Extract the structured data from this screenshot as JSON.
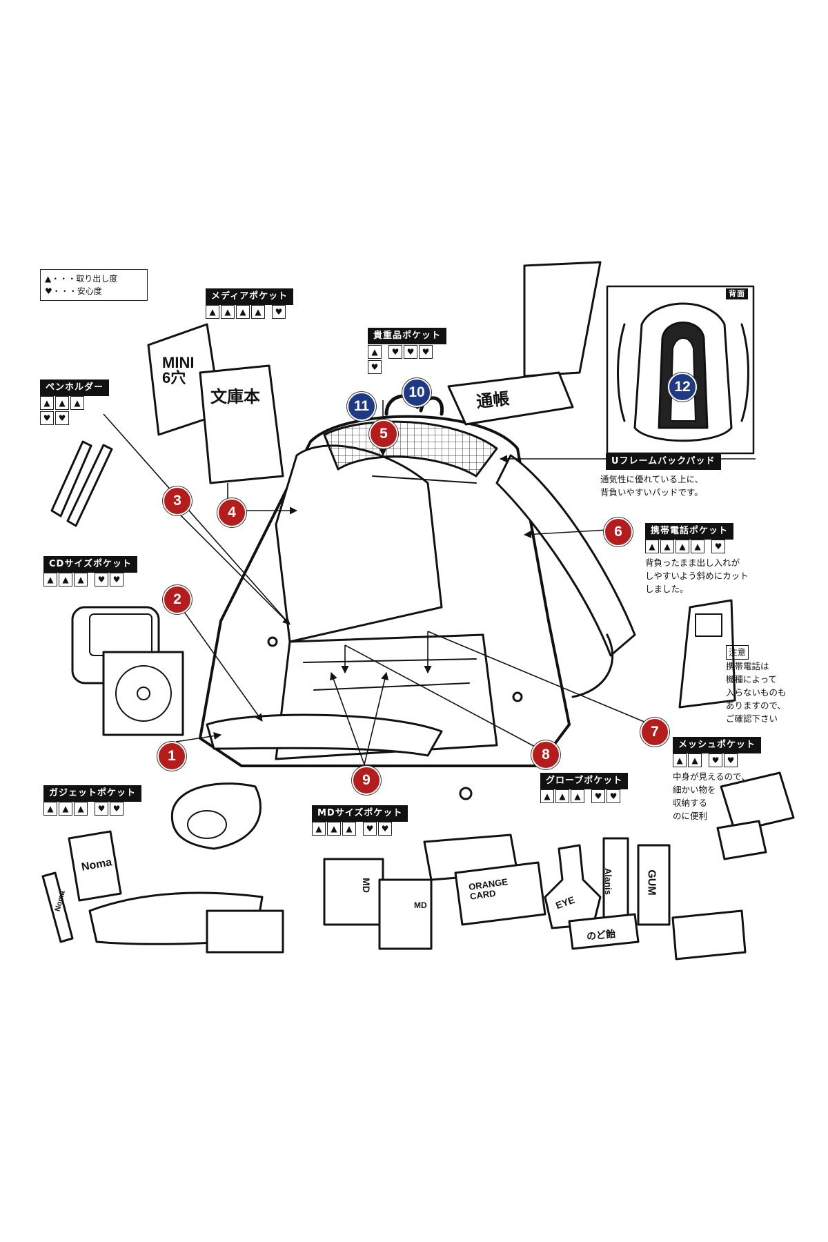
{
  "legend": {
    "rows": [
      {
        "icon": "ease-icon",
        "glyph": "▲",
        "text": "・・・取り出し度"
      },
      {
        "icon": "security-icon",
        "glyph": "♥",
        "text": "・・・安心度"
      }
    ]
  },
  "colors": {
    "badge_red": "#b51c1c",
    "badge_blue": "#1f3a84",
    "label_bg": "#111111"
  },
  "pockets": [
    {
      "number": "1",
      "name": "ガジェットポケット",
      "ease": 3,
      "security": 2
    },
    {
      "number": "2",
      "name": "CDサイズポケット",
      "ease": 3,
      "security": 2
    },
    {
      "number": "3",
      "name": "ペンホルダー",
      "ease": 3,
      "security": 2
    },
    {
      "number": "4",
      "name": "メディアポケット",
      "ease": 4,
      "security": 1
    },
    {
      "number": "5",
      "name": "貴重品ポケット",
      "ease": 1,
      "security": 4
    },
    {
      "number": "6",
      "name": "携帯電話ポケット",
      "ease": 4,
      "security": 1,
      "note": [
        "背負ったまま出し入れが",
        "しやすいよう斜めにカット",
        "しました。"
      ]
    },
    {
      "number": "7",
      "name": "メッシュポケット",
      "ease": 2,
      "security": 2,
      "note": [
        "中身が見えるので、",
        "細かい物を",
        "収納する",
        "のに便利"
      ]
    },
    {
      "number": "8",
      "name": "グローブポケット",
      "ease": 3,
      "security": 2
    },
    {
      "number": "9",
      "name": "MDサイズポケット",
      "ease": 3,
      "security": 2
    },
    {
      "number": "10"
    },
    {
      "number": "11"
    },
    {
      "number": "12",
      "name": "Uフレームバックパッド",
      "note": [
        "通気性に優れている上に、",
        "背負いやすいパッドです。"
      ]
    }
  ],
  "back_view": {
    "caption": "背面"
  },
  "phone_caution": {
    "title": "注意",
    "lines": [
      "携帯電話は",
      "機種によって",
      "入らないものも",
      "ありますので、",
      "ご確認下さい"
    ]
  },
  "item_labels": {
    "binder": [
      "MINI",
      "6穴"
    ],
    "book": "文庫本",
    "bankbook": "通帳",
    "box": "Noma",
    "lighter": "Noma",
    "md1": "MD",
    "md2": "MD",
    "card": [
      "ORANGE",
      "CARD"
    ],
    "eye": "EYE",
    "alanis": "Alanis",
    "gum": "GUM",
    "candy": "のど飴"
  }
}
